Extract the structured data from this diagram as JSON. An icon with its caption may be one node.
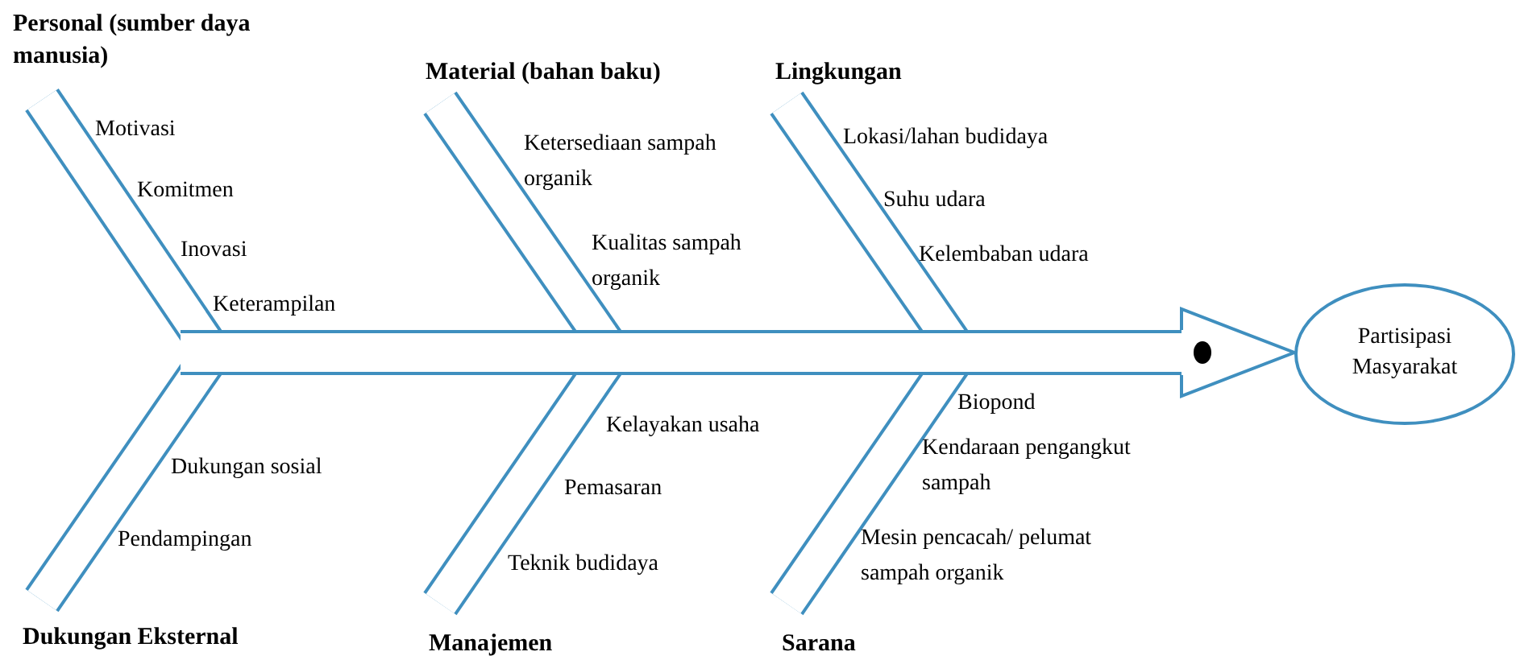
{
  "diagram": {
    "nodes": [
      {
        "text": [
          "Personal (sumber daya manusia)"
        ]
      },
      {
        "text": [
          "Material (bahan baku)"
        ]
      },
      {
        "text": [
          "Lingkungan"
        ]
      },
      {
        "text": [
          "Dukungan Eksternal"
        ]
      },
      {
        "text": [
          "Manajemen"
        ]
      },
      {
        "text": [
          "Sarana"
        ]
      },
      {
        "text": [],
        "shape": "bar"
      },
      {
        "text": [
          "Partisipasi Masyarakat"
        ]
      }
    ],
    "edges": [
      {
        "from": 0,
        "to": 6,
        "arrow": "none"
      },
      {
        "from": 1,
        "to": 6,
        "arrow": "none"
      },
      {
        "from": 2,
        "to": 6,
        "arrow": "none"
      },
      {
        "from": 3,
        "to": 6,
        "arrow": "none"
      },
      {
        "from": 4,
        "to": 6,
        "arrow": "none"
      },
      {
        "from": 5,
        "to": 6,
        "arrow": "none"
      },
      {
        "from": 6,
        "to": 7,
        "arrow": "to"
      }
    ],
    "labels": [
      "Motivasi",
      "Ketersediaan sampah organik",
      "Lokasi/lahan budidaya",
      "Komitmen",
      "Suhu udara",
      "Kualitas sampah organik",
      "Inovasi",
      "Kelembaban udara",
      "Keterampilan",
      "Biopond",
      "Kelayakan usaha",
      "Kendaraan pengangkut sampah",
      "Dukungan sosial",
      "Pemasaran",
      "Mesin pencacah/ pelumat sampah organik",
      "Pendampingan",
      "Teknik budidaya"
    ]
  }
}
